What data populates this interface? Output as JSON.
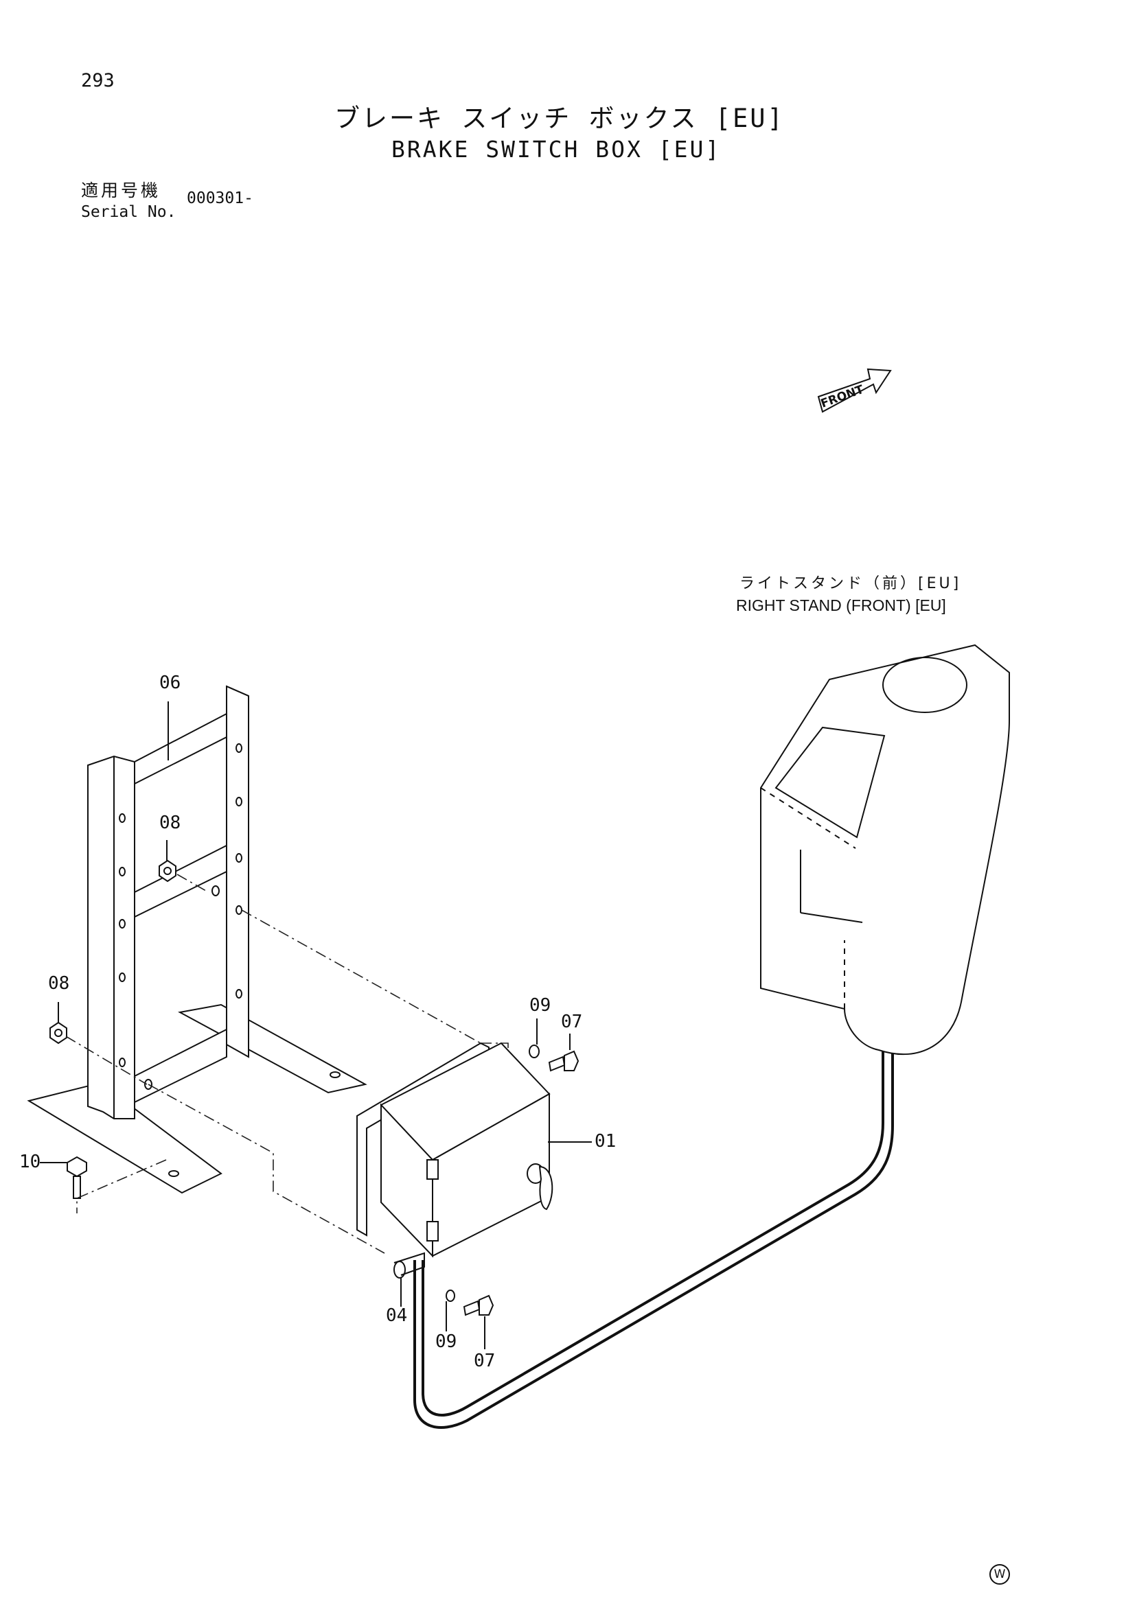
{
  "page_number": "293",
  "title_jp": "ブレーキ スイッチ ボックス [EU]",
  "title_en": "BRAKE SWITCH BOX [EU]",
  "serial": {
    "label_jp": "適用号機",
    "label_en": "Serial No.",
    "value": "000301-"
  },
  "front_indicator": "FRONT",
  "related_part": {
    "label_jp": "ライトスタンド（前）[EU]",
    "label_en": "RIGHT STAND (FRONT) [EU]"
  },
  "callouts": {
    "c06": "06",
    "c08a": "08",
    "c08b": "08",
    "c09a": "09",
    "c07a": "07",
    "c01": "01",
    "c10": "10",
    "c04": "04",
    "c09b": "09",
    "c07b": "07"
  },
  "corner_mark": "W"
}
